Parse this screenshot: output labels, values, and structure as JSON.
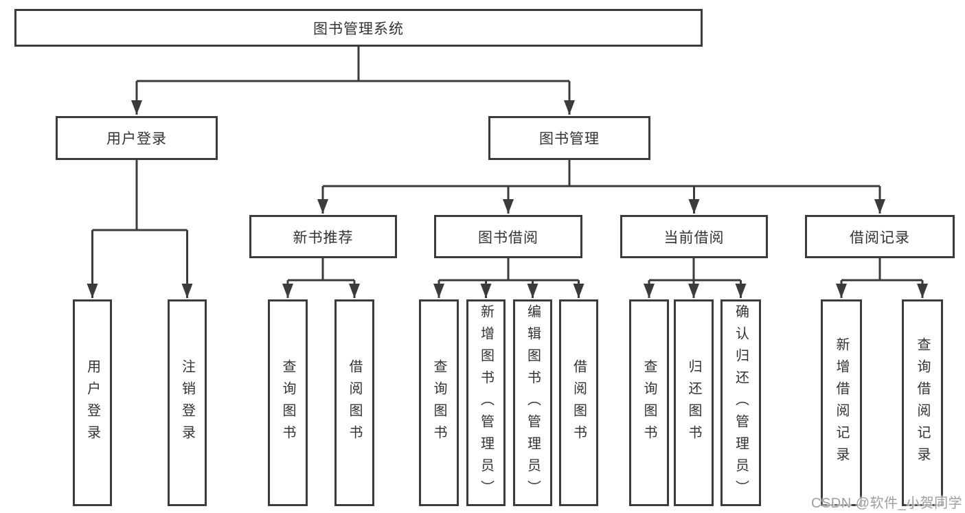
{
  "tree": {
    "label": "图书管理系统",
    "children": [
      {
        "label": "用户登录",
        "children": [
          {
            "label": "用户登录"
          },
          {
            "label": "注销登录"
          }
        ]
      },
      {
        "label": "图书管理",
        "children": [
          {
            "label": "新书推荐",
            "children": [
              {
                "label": "查询图书"
              },
              {
                "label": "借阅图书"
              }
            ]
          },
          {
            "label": "图书借阅",
            "children": [
              {
                "label": "查询图书"
              },
              {
                "label": "新增图书（管理员）"
              },
              {
                "label": "编辑图书（管理员）"
              },
              {
                "label": "借阅图书"
              }
            ]
          },
          {
            "label": "当前借阅",
            "children": [
              {
                "label": "查询图书"
              },
              {
                "label": "归还图书"
              },
              {
                "label": "确认归还（管理员）"
              }
            ]
          },
          {
            "label": "借阅记录",
            "children": [
              {
                "label": "新增借阅记录"
              },
              {
                "label": "查询借阅记录"
              }
            ]
          }
        ]
      }
    ]
  },
  "watermark": "CSDN @软件_小贺同学",
  "colors": {
    "line": "#3b3b3b",
    "text": "#333333",
    "background": "#ffffff",
    "watermark": "#9e9e9e"
  }
}
